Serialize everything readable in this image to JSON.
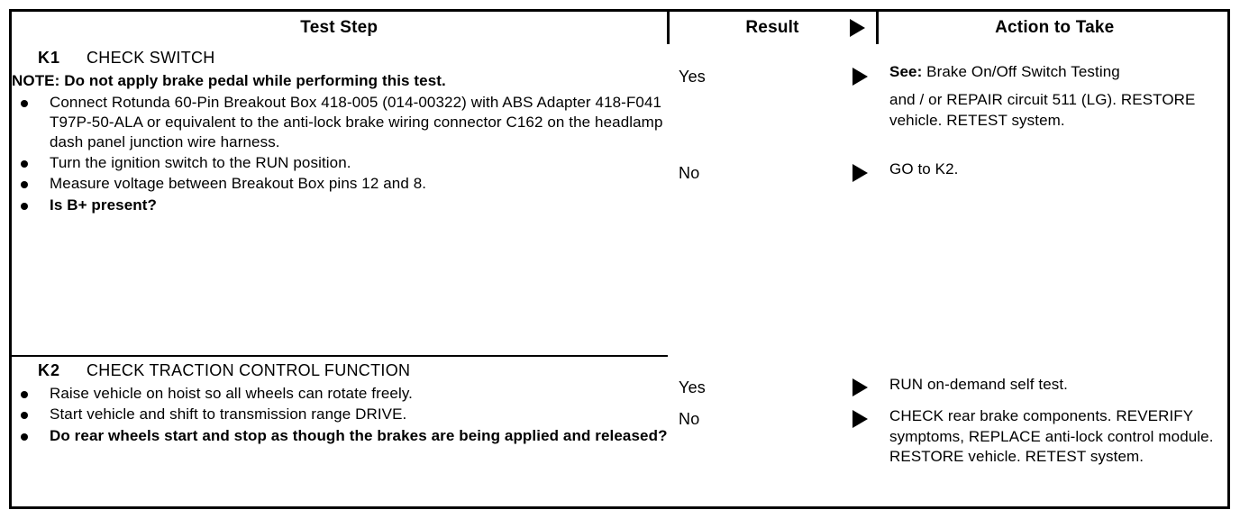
{
  "table": {
    "headers": {
      "test_step": "Test Step",
      "result": "Result",
      "action": "Action to Take",
      "result_marker_icon": "right-triangle-icon"
    },
    "steps": [
      {
        "id": "K1",
        "title": "CHECK SWITCH",
        "note": "NOTE: Do not apply brake pedal while performing this test.",
        "bullets": [
          {
            "text": "Connect Rotunda 60-Pin Breakout Box 418-005 (014-00322) with ABS Adapter 418-F041 T97P-50-ALA or equivalent to the anti-lock brake wiring connector C162 on the headlamp dash panel junction wire harness.",
            "bold": false
          },
          {
            "text": "Turn the ignition switch to the RUN position.",
            "bold": false
          },
          {
            "text": "Measure voltage between Breakout Box pins 12 and 8.",
            "bold": false
          },
          {
            "text": "Is B+ present?",
            "bold": true
          }
        ],
        "results": [
          {
            "label": "Yes",
            "marker_icon": "right-triangle-icon"
          },
          {
            "label": "No",
            "marker_icon": "right-triangle-icon"
          }
        ],
        "actions": [
          {
            "lead": "See:",
            "lead_bold": true,
            "text": " Brake On/Off Switch Testing",
            "continuation": "and / or   REPAIR circuit 511 (LG). RESTORE vehicle. RETEST system."
          },
          {
            "lead": "",
            "lead_bold": false,
            "text": "GO to K2.",
            "continuation": ""
          }
        ]
      },
      {
        "id": "K2",
        "title": "CHECK TRACTION CONTROL FUNCTION",
        "note": "",
        "bullets": [
          {
            "text": "Raise vehicle on hoist so all wheels can rotate freely.",
            "bold": false
          },
          {
            "text": "Start vehicle and shift to transmission range DRIVE.",
            "bold": false
          },
          {
            "text": "Do rear wheels start and stop as though the brakes are being applied and released?",
            "bold": true
          }
        ],
        "results": [
          {
            "label": "Yes",
            "marker_icon": "right-triangle-icon"
          },
          {
            "label": "No",
            "marker_icon": "right-triangle-icon"
          }
        ],
        "actions": [
          {
            "lead": "",
            "lead_bold": false,
            "text": "RUN on-demand self test.",
            "continuation": ""
          },
          {
            "lead": "",
            "lead_bold": false,
            "text": "CHECK rear brake components. REVERIFY symptoms, REPLACE anti-lock control module. RESTORE vehicle. RETEST system.",
            "continuation": ""
          }
        ]
      }
    ]
  },
  "colors": {
    "ink": "#000000",
    "paper": "#ffffff"
  }
}
